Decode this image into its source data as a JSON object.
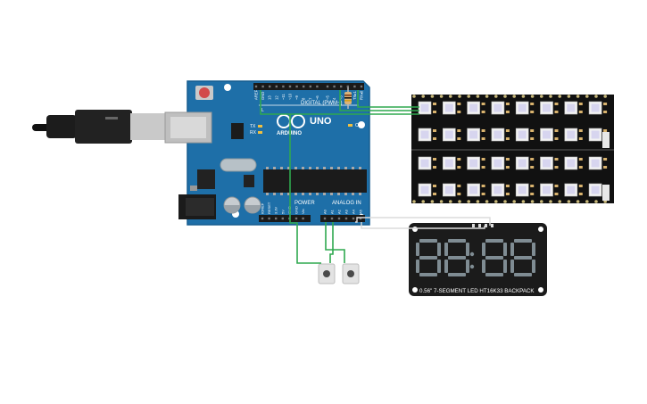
{
  "arduino": {
    "brand": "ARDUINO",
    "model": "UNO",
    "digital_header_label": "DIGITAL (PWM~)",
    "power_label": "POWER",
    "analog_label": "ANALOG IN",
    "on_label": "ON",
    "tx_label": "TX",
    "rx_label": "RX",
    "l_label": "L",
    "digital_pins": [
      "AREF",
      "GND",
      "13",
      "12",
      "~11",
      "~10",
      "~9",
      "8",
      "7",
      "~6",
      "~5",
      "4",
      "~3",
      "2",
      "TX▸1",
      "RX◂0"
    ],
    "power_pins": [
      "IOREF",
      "RESET",
      "3.3V",
      "5V",
      "GND",
      "GND",
      "Vin"
    ],
    "analog_pins": [
      "A0",
      "A1",
      "A2",
      "A3",
      "A4",
      "A5"
    ],
    "board_color": "#1e6fa8"
  },
  "seven_segment": {
    "display_digits": [
      "8",
      "8",
      "8",
      "8"
    ],
    "caption": "0.56\" 7-SEGMENT LED HT16K33 BACKPACK",
    "segment_color": "#7f8c93"
  },
  "neopixel_matrix": {
    "rows": 4,
    "cols": 8,
    "pixel_color": "#d7d5ef"
  },
  "buttons": [
    {
      "name": "pushbutton-1"
    },
    {
      "name": "pushbutton-2"
    }
  ],
  "wire_color": "#2fa84f",
  "colors": {
    "usb_cable": "#1b1b1b",
    "usb_plug": "#c8c8c8",
    "pcb_black": "#111111"
  }
}
